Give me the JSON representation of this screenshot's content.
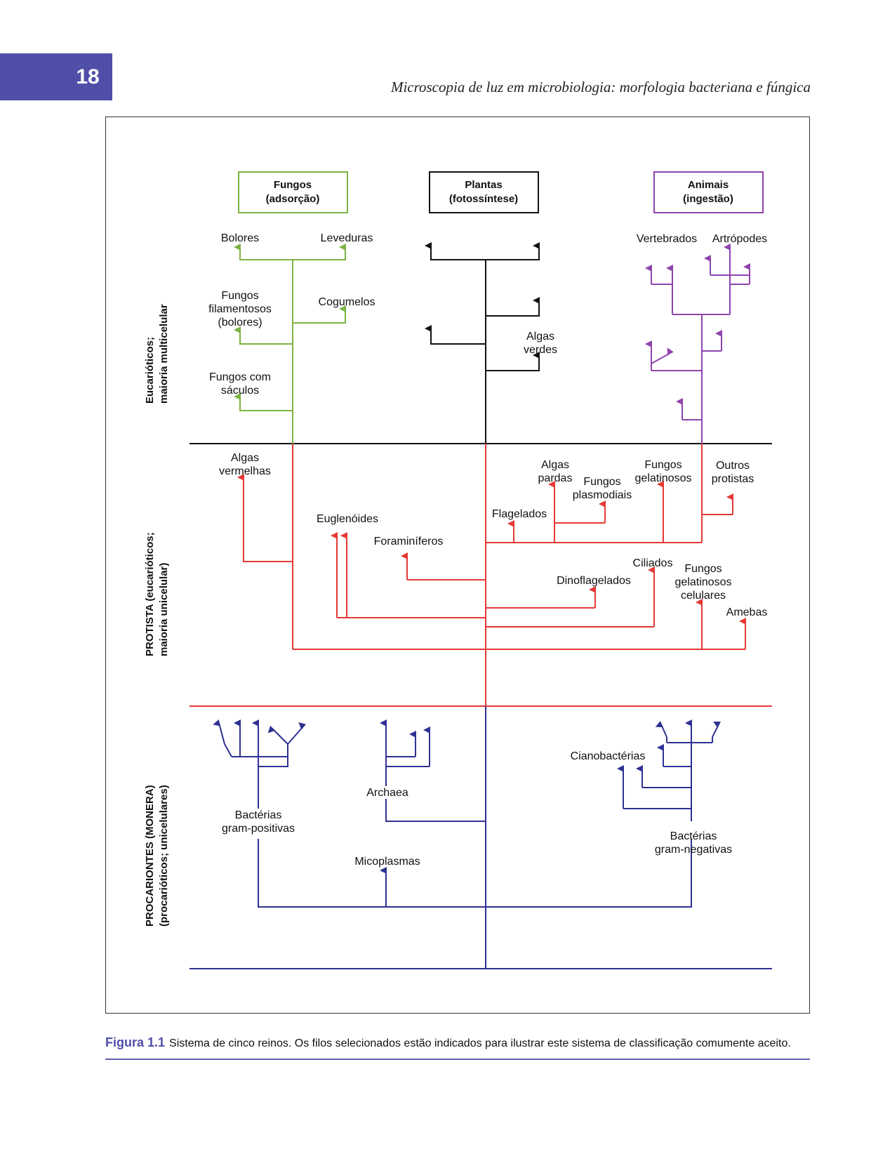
{
  "page": {
    "number": "18",
    "running_head": "Microscopia de luz em microbiologia: morfologia bacteriana e fúngica"
  },
  "colors": {
    "fungi": "#7cb342",
    "plants": "#111111",
    "animals": "#8e44ad",
    "protista": "#e53935",
    "monera": "#2e3192",
    "accent": "#4f4fa8"
  },
  "kingdoms": {
    "fungi": {
      "line1": "Fungos",
      "line2": "(adsorção)"
    },
    "plants": {
      "line1": "Plantas",
      "line2": "(fotossíntese)"
    },
    "animals": {
      "line1": "Animais",
      "line2": "(ingestão)"
    }
  },
  "side_labels": {
    "eukaryote": {
      "line1": "Eucarióticos;",
      "line2": "maioria multicelular"
    },
    "protista": {
      "line1": "PROTISTA (eucarióticos;",
      "line2": "maioria unicelular)"
    },
    "monera": {
      "line1": "PROCARIONTES (MONERA)",
      "line2": "(procarióticos; unicelulares)"
    }
  },
  "fungi_labels": {
    "bolores": "Bolores",
    "leveduras": "Leveduras",
    "filamentosos": [
      "Fungos",
      "filamentosos",
      "(bolores)"
    ],
    "cogumelos": "Cogumelos",
    "saculos": [
      "Fungos com",
      "sáculos"
    ]
  },
  "plants_labels": {
    "algas_verdes": [
      "Algas",
      "verdes"
    ]
  },
  "animals_labels": {
    "vertebrados": "Vertebrados",
    "artropodes": "Artrópodes"
  },
  "protista_labels": {
    "algas_vermelhas": [
      "Algas",
      "vermelhas"
    ],
    "euglenoides": "Euglenóides",
    "foraminiferos": "Foraminíferos",
    "algas_pardas": [
      "Algas",
      "pardas"
    ],
    "fungos_plasmodiais": [
      "Fungos",
      "plasmodiais"
    ],
    "fungos_gelatinosos": [
      "Fungos",
      "gelatinosos"
    ],
    "outros_protistas": [
      "Outros",
      "protistas"
    ],
    "flagelados": "Flagelados",
    "ciliados": "Ciliados",
    "dinoflagelados": "Dinoflagelados",
    "fungos_gelatinosos_celulares": [
      "Fungos",
      "gelatinosos",
      "celulares"
    ],
    "amebas": "Amebas"
  },
  "monera_labels": {
    "gram_positivas": [
      "Bactérias",
      "gram-positivas"
    ],
    "archaea": "Archaea",
    "micoplasmas": "Micoplasmas",
    "cianobacterias": "Cianobactérias",
    "gram_negativas": [
      "Bactérias",
      "gram-negativas"
    ]
  },
  "caption": {
    "label": "Figura 1.1",
    "text": "Sistema de cinco reinos. Os filos selecionados estão indicados para ilustrar este sistema de classificação comumente aceito."
  }
}
